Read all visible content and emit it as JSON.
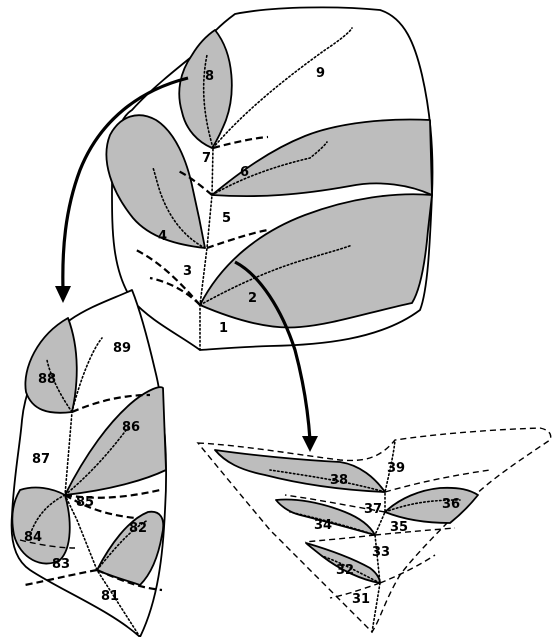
{
  "labels": {
    "l1": "1",
    "l2": "2",
    "l3": "3",
    "l4": "4",
    "l5": "5",
    "l6": "6",
    "l7": "7",
    "l8": "8",
    "l9": "9",
    "l81": "81",
    "l82": "82",
    "l83": "83",
    "l84": "84",
    "l85": "85",
    "l86": "86",
    "l87": "87",
    "l88": "88",
    "l89": "89",
    "l31": "31",
    "l32": "32",
    "l33": "33",
    "l34": "34",
    "l35": "35",
    "l36": "36",
    "l37": "37",
    "l38": "38",
    "l39": "39"
  }
}
